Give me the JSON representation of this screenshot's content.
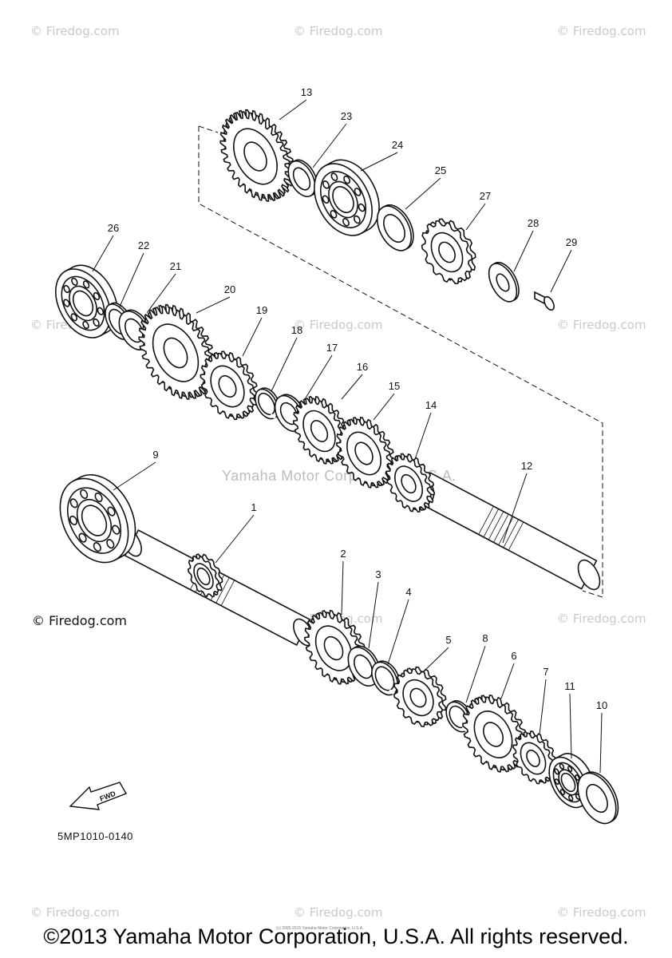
{
  "watermarks": {
    "corner": "© Firedog.com",
    "center": "Yamaha Motor Corporation, U.S.A."
  },
  "brand_mark": "© Firedog.com",
  "diagram_code": "5MP1010-0140",
  "fwd_label": "FWD",
  "copyright": "©2013 Yamaha Motor Corporation, U.S.A. All rights reserved.",
  "fine_print": "(c) 2005-2015 Yamaha Motor Corporation, U.S.A.",
  "callouts": [
    "1",
    "2",
    "3",
    "4",
    "5",
    "6",
    "7",
    "8",
    "9",
    "10",
    "11",
    "12",
    "13",
    "14",
    "15",
    "16",
    "17",
    "18",
    "19",
    "20",
    "21",
    "22",
    "23",
    "24",
    "25",
    "26",
    "27",
    "28",
    "29"
  ],
  "colors": {
    "line": "#111111",
    "watermark": "#c9c9c9"
  }
}
